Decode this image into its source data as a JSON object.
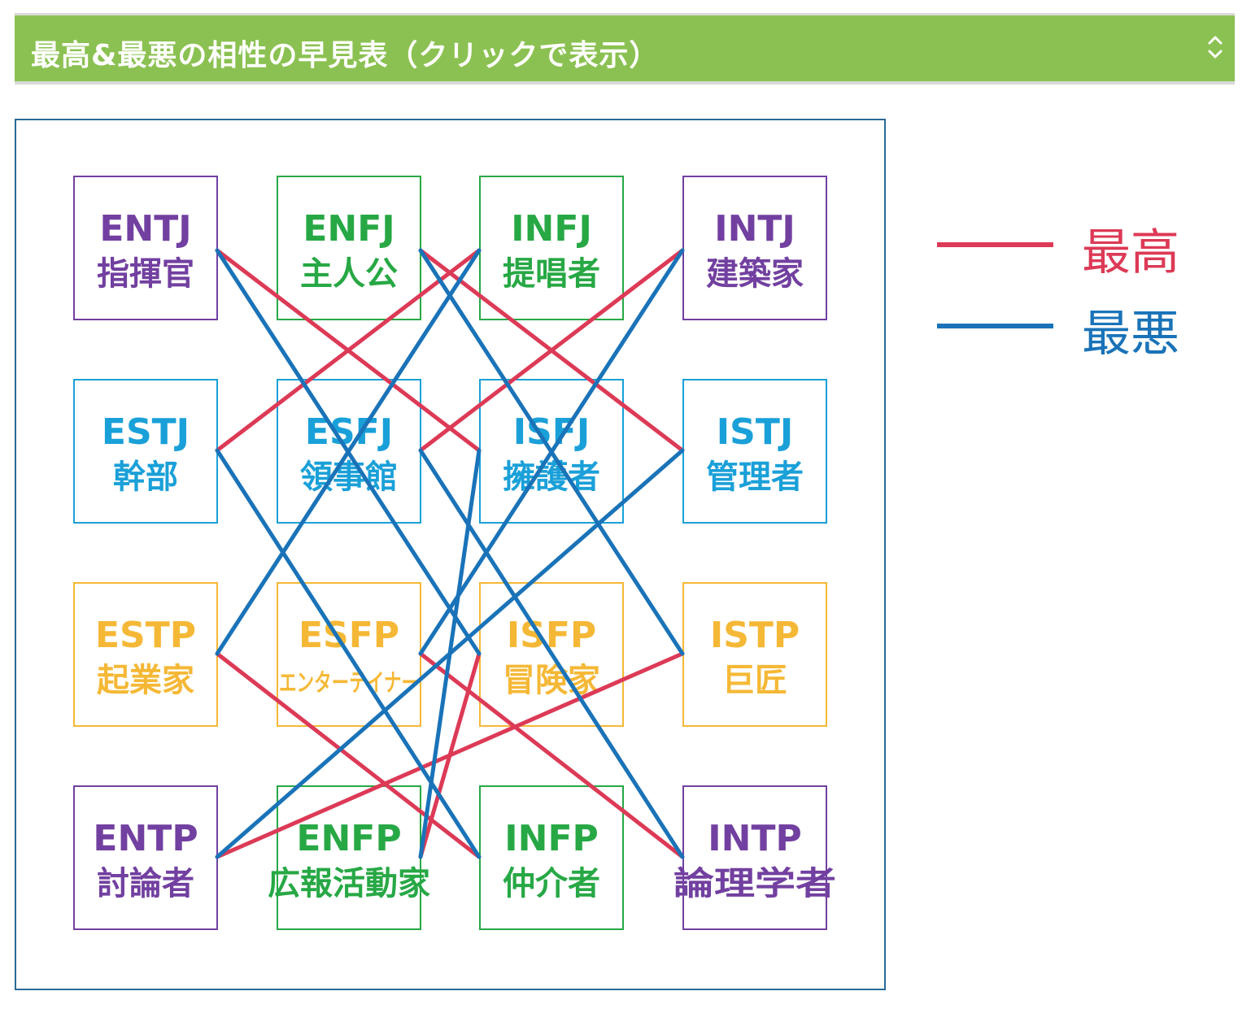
{
  "header": {
    "title": "最高&最悪の相性の早見表（クリックで表示）",
    "toggle_icon": "chevron-up-down-icon"
  },
  "colors": {
    "header_bg": "#8bc152",
    "best": "#dc3a56",
    "worst": "#1a73b8",
    "group_analyst": "#7240a0",
    "group_diplomat": "#27a845",
    "group_sentinel": "#1aa0d8",
    "group_explorer": "#f5b836"
  },
  "types": [
    [
      {
        "code": "ENTJ",
        "name": "指揮官",
        "group": "analyst"
      },
      {
        "code": "ENFJ",
        "name": "主人公",
        "group": "diplomat"
      },
      {
        "code": "INFJ",
        "name": "提唱者",
        "group": "diplomat"
      },
      {
        "code": "INTJ",
        "name": "建築家",
        "group": "analyst"
      }
    ],
    [
      {
        "code": "ESTJ",
        "name": "幹部",
        "group": "sentinel"
      },
      {
        "code": "ESFJ",
        "name": "領事館",
        "group": "sentinel"
      },
      {
        "code": "ISFJ",
        "name": "擁護者",
        "group": "sentinel"
      },
      {
        "code": "ISTJ",
        "name": "管理者",
        "group": "sentinel"
      }
    ],
    [
      {
        "code": "ESTP",
        "name": "起業家",
        "group": "explorer"
      },
      {
        "code": "ESFP",
        "name": "エンターテイナー",
        "group": "explorer"
      },
      {
        "code": "ISFP",
        "name": "冒険家",
        "group": "explorer"
      },
      {
        "code": "ISTP",
        "name": "巨匠",
        "group": "explorer"
      }
    ],
    [
      {
        "code": "ENTP",
        "name": "討論者",
        "group": "analyst"
      },
      {
        "code": "ENFP",
        "name": "広報活動家",
        "group": "diplomat"
      },
      {
        "code": "INFP",
        "name": "仲介者",
        "group": "diplomat"
      },
      {
        "code": "INTP",
        "name": "論理学者",
        "group": "analyst"
      }
    ]
  ],
  "links": {
    "best": [
      [
        "ENTJ",
        "ISFJ"
      ],
      [
        "ENFJ",
        "ISTJ"
      ],
      [
        "INFJ",
        "ESTJ"
      ],
      [
        "INTJ",
        "ESFJ"
      ],
      [
        "ESTP",
        "INFP"
      ],
      [
        "ESFP",
        "INTP"
      ],
      [
        "ISFP",
        "ENFP"
      ],
      [
        "ISTP",
        "ENTP"
      ]
    ],
    "worst": [
      [
        "ENTJ",
        "ISFP"
      ],
      [
        "ENFJ",
        "ISTP"
      ],
      [
        "INFJ",
        "ESTP"
      ],
      [
        "INTJ",
        "ESFP"
      ],
      [
        "ESTJ",
        "INFP"
      ],
      [
        "ESFJ",
        "INTP"
      ],
      [
        "ISFJ",
        "ENFP"
      ],
      [
        "ISTJ",
        "ENTP"
      ]
    ]
  },
  "legend": {
    "best_label": "最高",
    "worst_label": "最悪"
  }
}
